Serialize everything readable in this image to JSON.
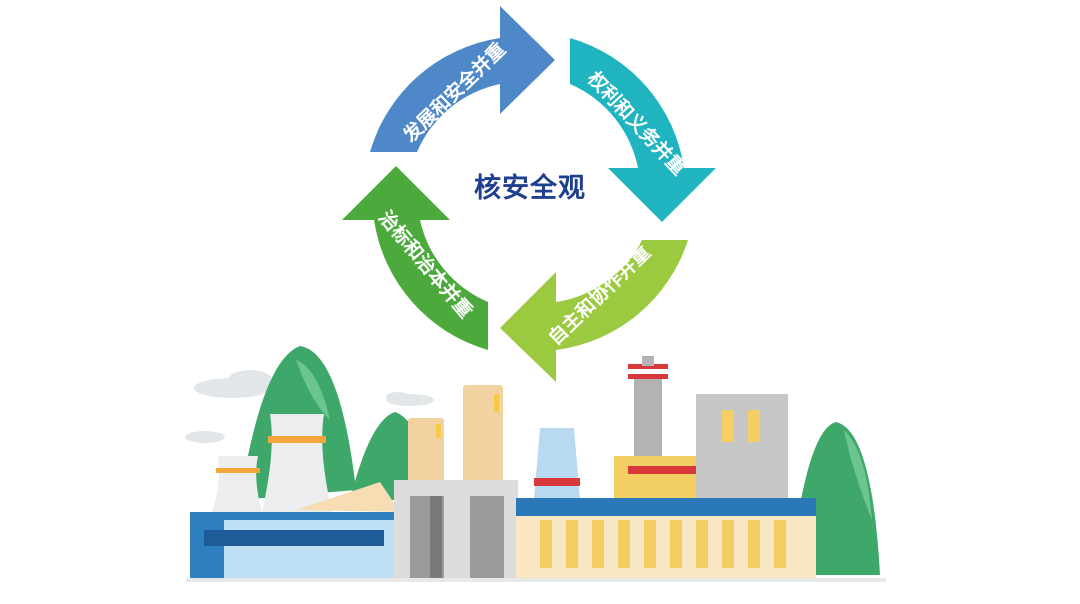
{
  "diagram": {
    "center_title": "核安全观",
    "segments": [
      {
        "id": "top-left",
        "label": "发展和安全并重",
        "color": "#4f88c9"
      },
      {
        "id": "top-right",
        "label": "权利和义务并重",
        "color": "#20b3c0"
      },
      {
        "id": "bottom-right",
        "label": "自主和协作并重",
        "color": "#9bc940"
      },
      {
        "id": "bottom-left",
        "label": "治标和治本并重",
        "color": "#4caa3c"
      }
    ]
  },
  "illustration": {
    "subject": "nuclear-power-plant-scene",
    "colors": {
      "mountain": "#3ea86a",
      "mountain_light": "#6cc58e",
      "building_blue": "#2a78b8",
      "building_yellow": "#f3cf63",
      "building_gray": "#b3b3b3",
      "chimney_red": "#d9383a"
    }
  }
}
